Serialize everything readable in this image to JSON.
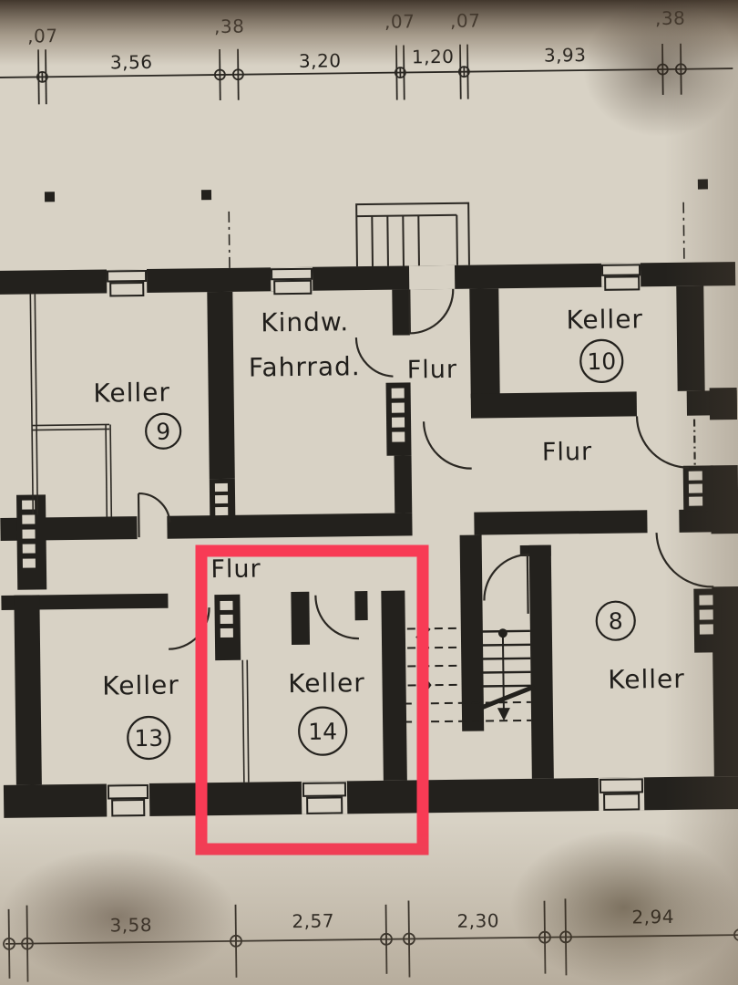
{
  "plan": {
    "rooms": {
      "keller9": {
        "label": "Keller",
        "number": "9"
      },
      "keller10": {
        "label": "Keller",
        "number": "10"
      },
      "keller13": {
        "label": "Keller",
        "number": "13"
      },
      "keller14": {
        "label": "Keller",
        "number": "14"
      },
      "keller8": {
        "label": "Keller",
        "number": "8"
      },
      "kindw_fahrrad": {
        "line1": "Kindw.",
        "line2": "Fahrrad."
      },
      "flur_top": {
        "label": "Flur"
      },
      "flur_mid": {
        "label": "Flur"
      },
      "flur_cellar": {
        "label": "Flur"
      }
    },
    "dimensions": {
      "top": [
        ",07",
        "3,56",
        ",38",
        "3,20",
        ",07",
        "1,20",
        ",07",
        "3,93",
        ",38"
      ],
      "bottom": [
        "3,58",
        "2,57",
        "2,30",
        "2,94"
      ]
    },
    "highlight": {
      "room": "Keller 14",
      "color": "#f83b55"
    },
    "colors": {
      "paper": "#d8d2c5",
      "ink": "#23211d"
    }
  }
}
